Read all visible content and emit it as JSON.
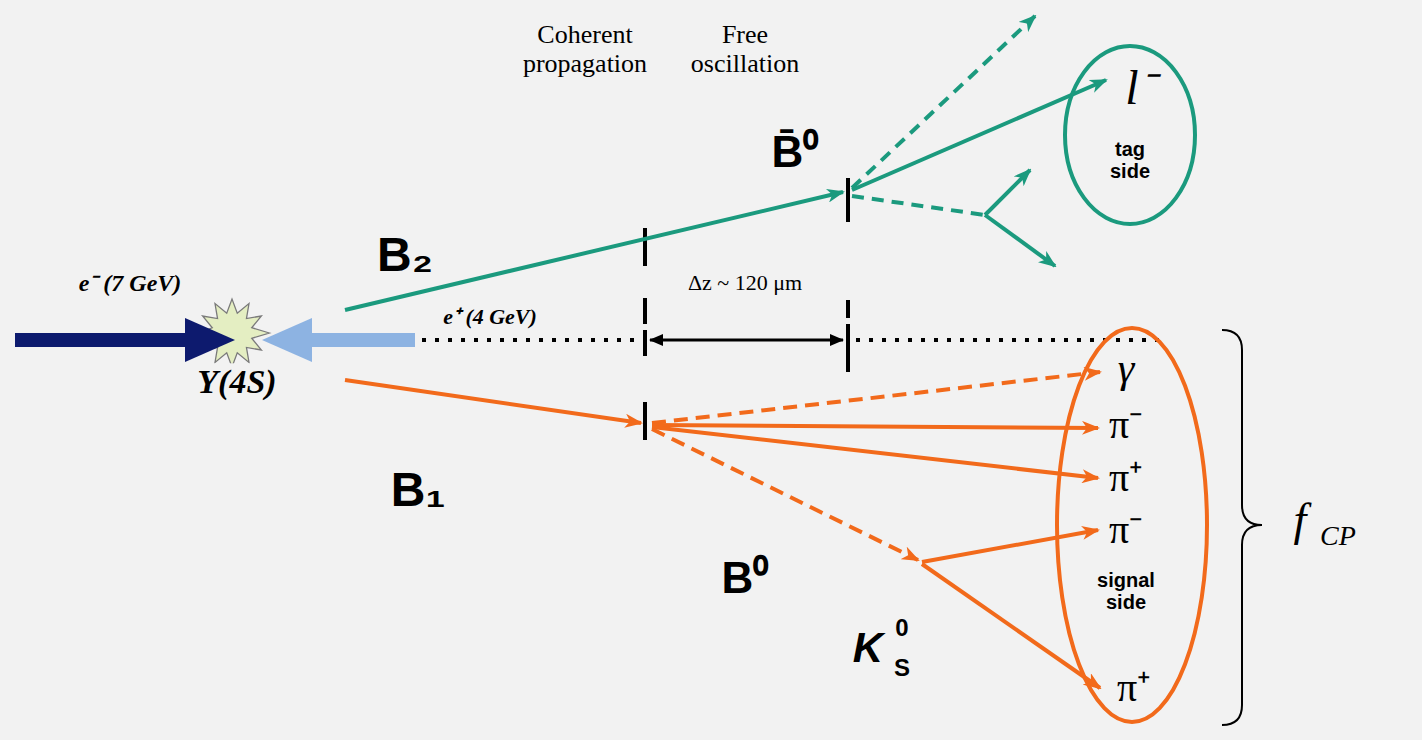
{
  "diagram": {
    "nodes": [
      {
        "text": [
          "l⁻",
          "tag side"
        ]
      },
      {
        "text": [
          "γ",
          "π⁻",
          "π⁺",
          "π⁻",
          "signal side",
          "π⁺"
        ]
      }
    ],
    "labels": [
      "Coherent propagation",
      "Free oscillation",
      "B̄⁰",
      "B₂",
      "e⁻ (7 GeV)",
      "e⁺ (4 GeV)",
      "Δz ~ 120 μm",
      "Υ(4S)",
      "B₁",
      "B⁰",
      "K",
      "0",
      "S",
      "f",
      "CP"
    ]
  }
}
